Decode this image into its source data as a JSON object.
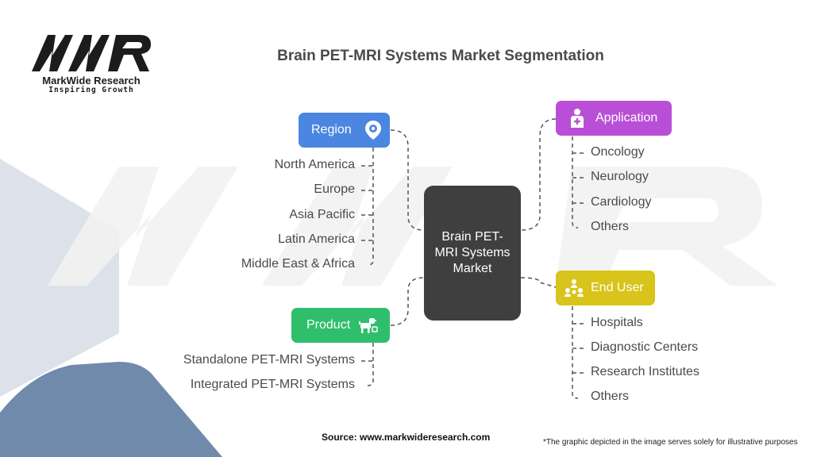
{
  "logo": {
    "company": "MarkWide Research",
    "tagline": "Inspiring Growth"
  },
  "title": "Brain PET-MRI Systems Market Segmentation",
  "center": {
    "label": "Brain PET-MRI Systems Market"
  },
  "categories": {
    "region": {
      "label": "Region",
      "color": "#4a86e2",
      "icon": "location-gear-icon",
      "items": [
        "North America",
        "Europe",
        "Asia Pacific",
        "Latin America",
        "Middle East & Africa"
      ]
    },
    "product": {
      "label": "Product",
      "color": "#2fbf6c",
      "icon": "robot-dog-icon",
      "items": [
        "Standalone PET-MRI Systems",
        "Integrated PET-MRI Systems"
      ]
    },
    "application": {
      "label": "Application",
      "color": "#b94fd6",
      "icon": "patient-medical-icon",
      "items": [
        "Oncology",
        "Neurology",
        "Cardiology",
        "Others"
      ]
    },
    "end_user": {
      "label": "End User",
      "color": "#d8c41a",
      "icon": "user-group-icon",
      "items": [
        "Hospitals",
        "Diagnostic Centers",
        "Research Institutes",
        "Others"
      ]
    }
  },
  "footer": {
    "source": "Source: www.markwideresearch.com",
    "disclaimer": "*The graphic depicted in the image serves solely for illustrative purposes"
  }
}
